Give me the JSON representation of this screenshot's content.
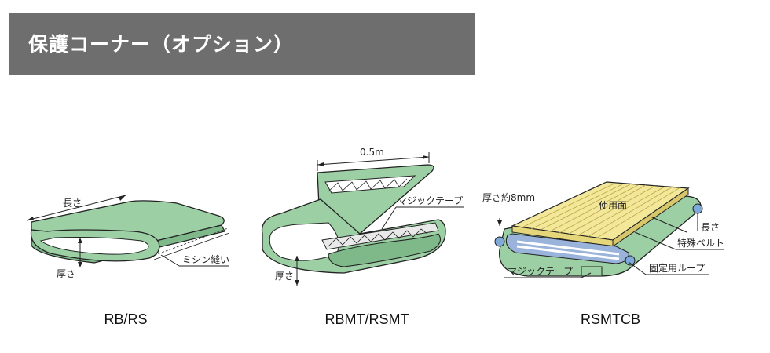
{
  "header": {
    "title": "保護コーナー（オプション）"
  },
  "products": [
    {
      "caption": "RB/RS",
      "labels": {
        "length": "長さ",
        "thickness": "厚さ",
        "seam": "ミシン縫い"
      }
    },
    {
      "caption": "RBMT/RSMT",
      "labels": {
        "width": "0.5m",
        "velcro": "マジックテープ",
        "thickness": "厚さ"
      }
    },
    {
      "caption": "RSMTCB",
      "labels": {
        "thickness": "厚さ約8mm",
        "surface": "使用面",
        "length": "長さ",
        "belt": "特殊ベルト",
        "velcro": "マジックテープ",
        "loop": "固定用ループ"
      }
    }
  ],
  "colors": {
    "header_bg": "#6e6e6e",
    "belt_green": "#9cd0a4",
    "belt_green_dark": "#7fb98a",
    "surface_yellow": "#f3e79a",
    "inner_blue": "#9ab3da",
    "loop_blue": "#7ea9d8",
    "outline": "#222222"
  }
}
